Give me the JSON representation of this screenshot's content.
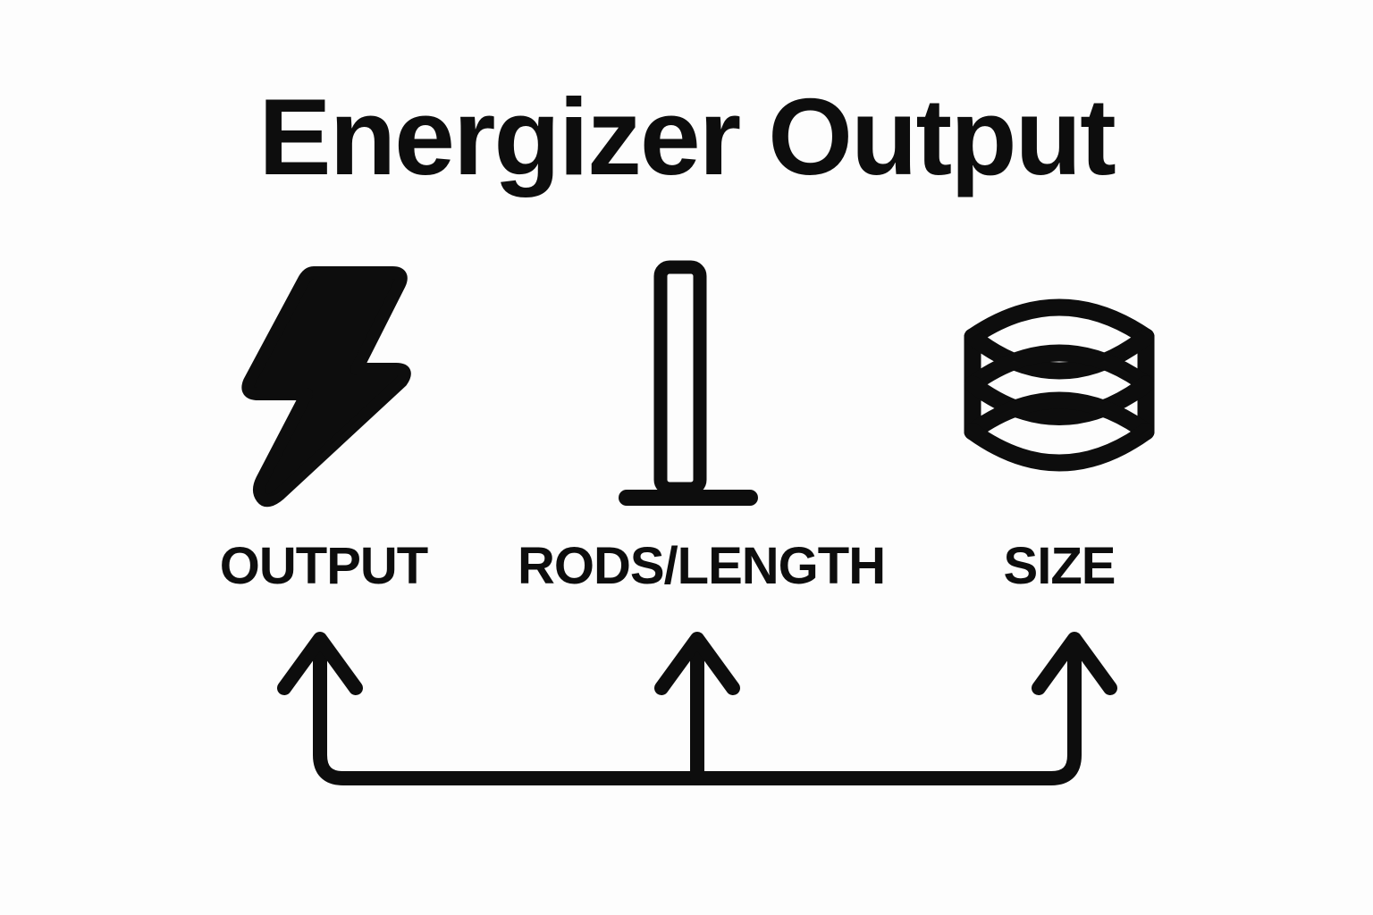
{
  "page": {
    "title": "Energizer Output",
    "background_color": "#fdfdfd",
    "ink_color": "#0d0d0d"
  },
  "columns": [
    {
      "label": "OUTPUT",
      "icon": "lightning-bolt-icon",
      "arrow": "arrow-up-icon"
    },
    {
      "label": "RODS/LENGTH",
      "icon": "ground-rod-icon",
      "arrow": "arrow-up-icon"
    },
    {
      "label": "SIZE",
      "icon": "wire-coil-icon",
      "arrow": "arrow-up-icon"
    }
  ],
  "connector": {
    "name": "bracket-connector",
    "description": "U-shaped bracket with three upward arrows"
  }
}
